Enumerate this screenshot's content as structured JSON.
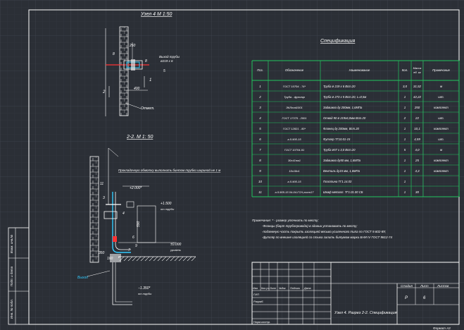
{
  "drawing": {
    "node_title": "Узел 4 М 1:50",
    "section_title": "2-2. М 1: 50",
    "note_pipe": "Прокладочную обмотку выполнить бинтом трубки шириной не 1 м",
    "dims": {
      "d250": "250",
      "d400": "400",
      "d8": "8",
      "d2": "2",
      "d1": "1",
      "d8b": "8",
      "d5": "5",
      "vyh_label": "Выход трубы",
      "vyh_value": "ø219 x 6",
      "otmetka": "Отмет.",
      "elev_2000": "+2.000*",
      "elev_1500": "+1.500",
      "elev_1500_sub": "от трубы",
      "elev_000": "±0.000",
      "elev_000_sub": "уровень",
      "elev_neg": "−1.350*",
      "elev_neg_sub": "от трубы",
      "d350": "350",
      "d160": "160",
      "d590": "590",
      "d11": "11",
      "d3": "3",
      "d4": "4",
      "d6": "6",
      "d9": "9",
      "d7": "7",
      "vyhod2": "Выход"
    }
  },
  "spec": {
    "title": "Спецификация",
    "headers": [
      "Поз.",
      "Обозначение",
      "Наименование",
      "Кол.",
      "Масса ед. кг",
      "Примечание"
    ],
    "rows": [
      [
        "1",
        "ГОСТ 10704 - 74*",
        "Труба ø 219 х 6  Вст.20",
        "3,0",
        "31,52",
        "м"
      ],
      [
        "2",
        "Труба - футляр",
        "Труба ø 273 х 5  Вст.20, L=0,5м",
        "1",
        "42,22",
        "шт."
      ],
      [
        "3",
        "ЭКЛmat1001",
        "Задвижка        ду 200мм, 1,6МПа",
        "1",
        "250",
        "комплект"
      ],
      [
        "4",
        "ГОСТ 17375 - 2001",
        "Отвод 90        ø 219х6,0мм  Вст.20",
        "2",
        "22",
        "шт."
      ],
      [
        "5",
        "ГОСТ 12821 - 80*",
        "Фланец   ду 200мм,     Вст.20",
        "1",
        "10,1",
        "комплект"
      ],
      [
        "6",
        "а.5.905-15",
        "Футляр  ТГ10.01-15",
        "1",
        "4,59",
        "шт."
      ],
      [
        "7",
        "ГОСТ 10704-91",
        "Труба ø57 x 3,0  Вст.20",
        "5",
        "4,0",
        "м"
      ],
      [
        "8",
        "30с41нж1",
        "Задвижка    ду50  мм,  1,6МПа",
        "1",
        "25",
        "комплект"
      ],
      [
        "9",
        "15с18п1",
        "Вентиль         ду15 мм,  1,6МПа",
        "1",
        "4,3",
        "комплект"
      ],
      [
        "10",
        "а.5.905-15",
        "Пластина   ТГ1.14.03",
        "1",
        "",
        ""
      ],
      [
        "11",
        "а.5.905-15  04-04-ГСН,лист17",
        "Шкаф металл.  ТГ1.01.00 СБ",
        "1",
        "30",
        ""
      ]
    ],
    "notes": [
      "Примечание: * - размер уточнить по месту;",
      "-Фланцы (барт трубопровода) в здании установить по месту;",
      "-подземную часть покрыть изоляцией весьма усиленного типа по ГОСТ 9.602-89;",
      "-футляр по внешне изоляцией со стыка залить битумом марки БНИ IV ГОСТ 9812-74"
    ]
  },
  "stamp": {
    "col_labels": [
      "Изм.",
      "Кол.уч",
      "Лист",
      "№док",
      "Подпись",
      "Дата"
    ],
    "row_labels": [
      "ГИП",
      "Разраб."
    ],
    "stage_label": "Стадия",
    "sheet_label": "Лист",
    "sheets_label": "Листов",
    "stage_value": "Р",
    "sheet_value": "6",
    "sheets_value": "",
    "title": "Узел 4. Разрез 2-2. Спецификация.",
    "normcontrol": "Норм.контр.",
    "format": "Формат А3"
  },
  "side_stamp": [
    "Взам. инв.№",
    "Подп. и дата",
    "Инв. № подл."
  ]
}
